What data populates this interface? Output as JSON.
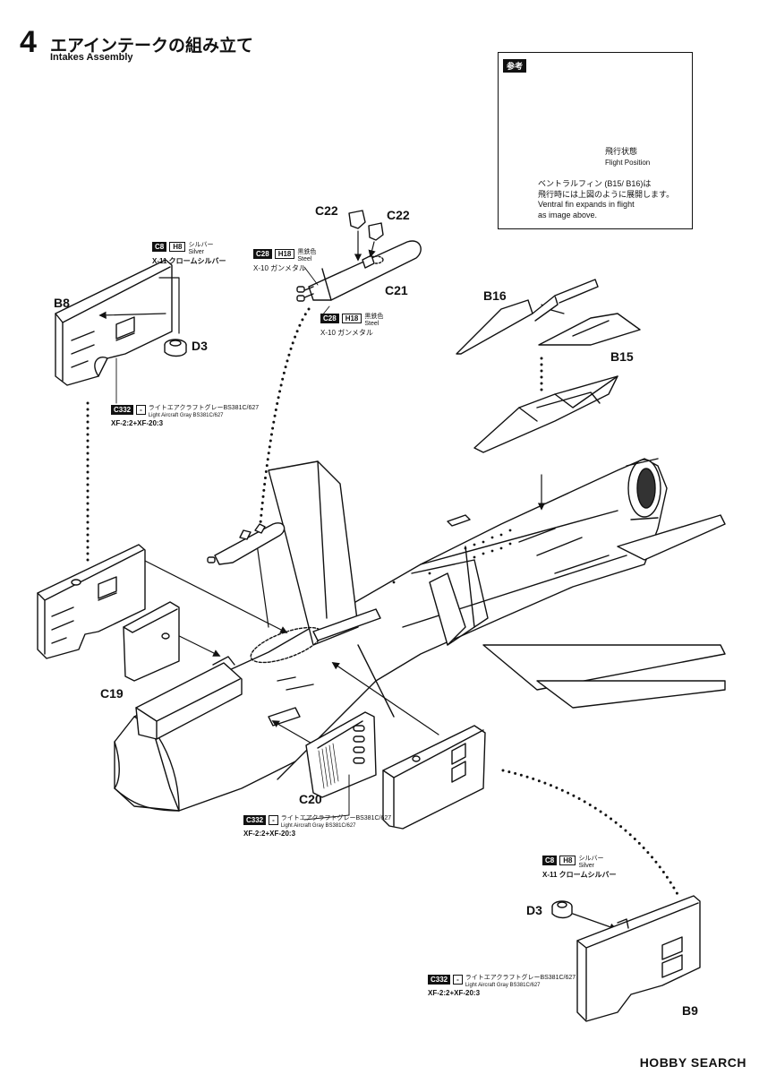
{
  "header": {
    "step_number": "4",
    "title_jp": "エアインテークの組み立て",
    "title_en": "Intakes Assembly"
  },
  "parts": {
    "B8": "B8",
    "B9": "B9",
    "B15": "B15",
    "B16": "B16",
    "C19": "C19",
    "C20": "C20",
    "C21": "C21",
    "C22a": "C22",
    "C22b": "C22",
    "D3a": "D3",
    "D3b": "D3"
  },
  "paints": {
    "silver_top": {
      "code1": "C8",
      "code2": "H8",
      "name_jp": "シルバー",
      "name_en": "Silver",
      "sub": "X-11 クロームシルバー"
    },
    "steel_top": {
      "code1": "C28",
      "code2": "H18",
      "name_jp": "黒鉄色",
      "name_en": "Steel",
      "sub": "X-10 ガンメタル"
    },
    "steel_mid": {
      "code1": "C28",
      "code2": "H18",
      "name_jp": "黒鉄色",
      "name_en": "Steel",
      "sub": "X-10 ガンメタル"
    },
    "gray_left": {
      "code1": "C332",
      "code2": "-",
      "name_jp": "ライトエアクラフトグレーBS381C/627",
      "name_en": "Light Aircraft Gray BS381C/627",
      "sub": "XF-2:2+XF-20:3"
    },
    "gray_mid": {
      "code1": "C332",
      "code2": "-",
      "name_jp": "ライトエアクラフトグレーBS381C/627",
      "name_en": "Light Aircraft Gray BS381C/627",
      "sub": "XF-2:2+XF-20:3"
    },
    "silver_bottom": {
      "code1": "C8",
      "code2": "H8",
      "name_jp": "シルバー",
      "name_en": "Silver",
      "sub": "X-11 クロームシルバー"
    },
    "gray_bottom": {
      "code1": "C332",
      "code2": "-",
      "name_jp": "ライトエアクラフトグレーBS381C/627",
      "name_en": "Light Aircraft Gray BS381C/627",
      "sub": "XF-2:2+XF-20:3"
    }
  },
  "reference": {
    "tag": "参考",
    "position_jp": "飛行状態",
    "position_en": "Flight Position",
    "note_jp_1": "ベントラルフィン (B15/ B16)は",
    "note_jp_2": "飛行時には上図のように展開します。",
    "note_en_1": "Ventral fin expands in flight",
    "note_en_2": "as image above."
  },
  "watermark": "HOBBY SEARCH"
}
